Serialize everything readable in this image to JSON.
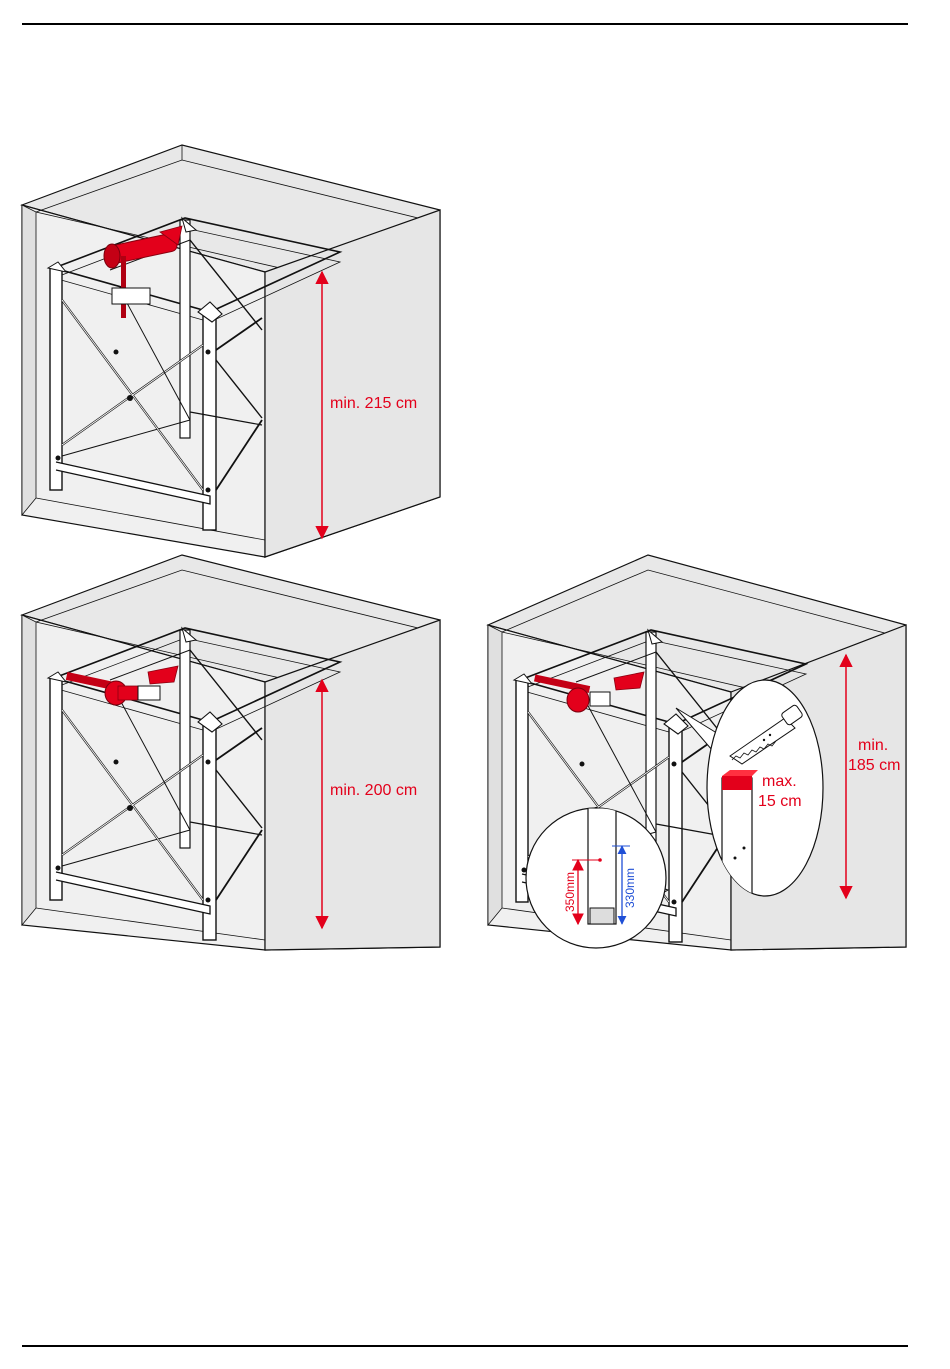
{
  "figures": [
    {
      "name": "installation-with-top-hoist",
      "height_label": "min. 215 cm"
    },
    {
      "name": "installation-with-side-hoist",
      "height_label": "min. 200 cm"
    },
    {
      "name": "installation-with-shortened-legs",
      "height_label_line1": "min.",
      "height_label_line2": "185 cm",
      "cut_label_line1": "max.",
      "cut_label_line2": "15 cm",
      "detail_dim_red": "350mm",
      "detail_dim_blue": "330mm"
    }
  ],
  "colors": {
    "accent": "#e3001b",
    "dimension_blue": "#1f4fd6",
    "wall": "#e8e8e8",
    "line": "#111111"
  },
  "icons": [
    "saw-icon",
    "hoist-motor-icon"
  ]
}
